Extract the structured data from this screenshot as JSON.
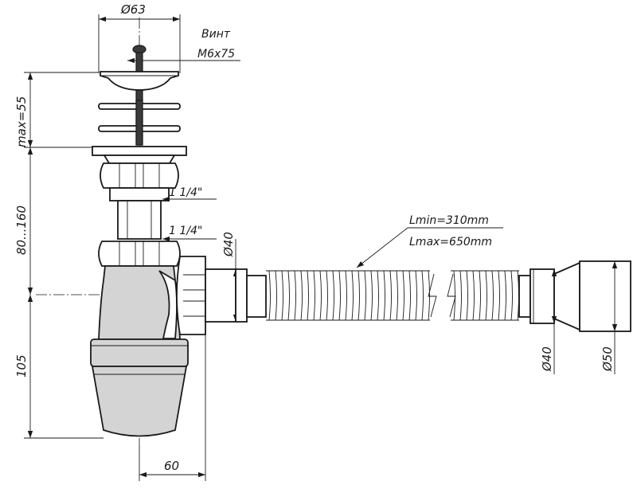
{
  "dimensions": {
    "top_diameter": "Ø63",
    "screw_label": "Винт",
    "screw_size": "М6х75",
    "height_top": "max=55",
    "height_mid": "80...160",
    "height_bottom": "105",
    "thread_upper": "1 1/4\"",
    "thread_lower": "1 1/4\"",
    "outlet_diameter": "Ø40",
    "hose_length_min": "Lmin=310mm",
    "hose_length_max": "Lmax=650mm",
    "hose_end_diameter": "Ø40",
    "hose_cuff_diameter": "Ø50",
    "offset_width": "60"
  }
}
